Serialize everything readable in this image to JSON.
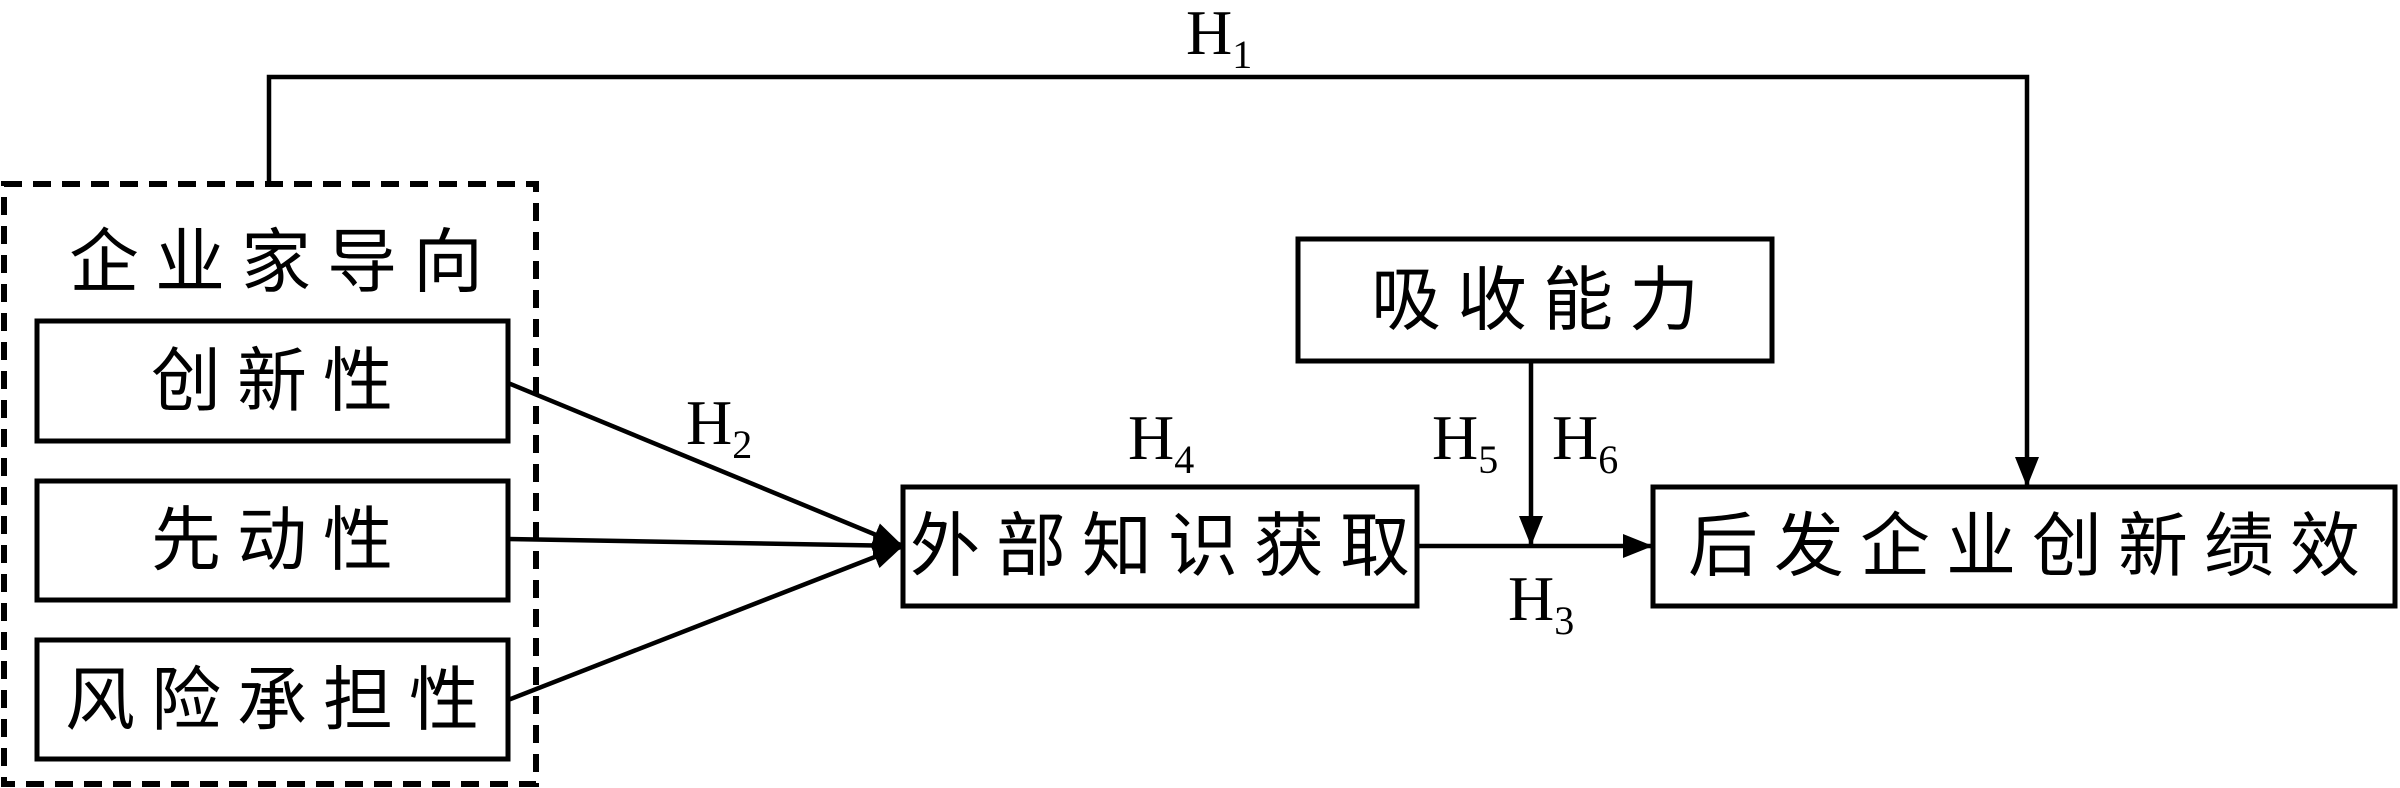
{
  "diagram": {
    "group_label": "企业家导向",
    "dimensions": [
      "创新性",
      "先动性",
      "风险承担性"
    ],
    "mediator": "外部知识获取",
    "moderator": "吸收能力",
    "outcome": "后发企业创新绩效",
    "hypotheses": {
      "h1": {
        "letter": "H",
        "sub": "1"
      },
      "h2": {
        "letter": "H",
        "sub": "2"
      },
      "h3": {
        "letter": "H",
        "sub": "3"
      },
      "h4": {
        "letter": "H",
        "sub": "4"
      },
      "h5": {
        "letter": "H",
        "sub": "5"
      },
      "h6": {
        "letter": "H",
        "sub": "6"
      }
    }
  }
}
